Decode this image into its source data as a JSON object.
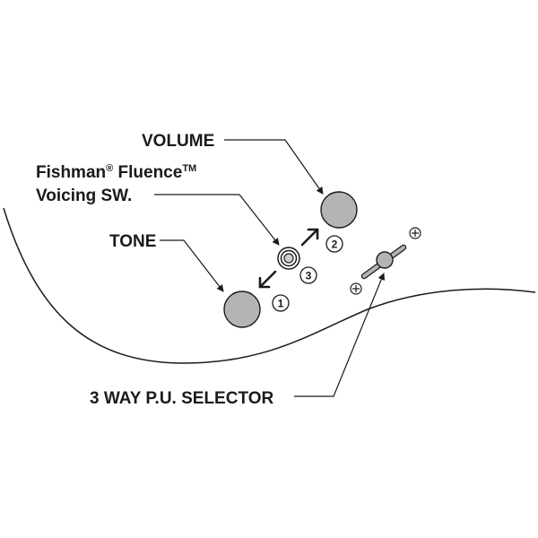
{
  "labels": {
    "volume": "VOLUME",
    "fishman_line1_a": "Fishman",
    "fishman_line1_reg": "®",
    "fishman_line1_b": " Fluence",
    "fishman_line1_tm": "TM",
    "fishman_line2": "Voicing SW.",
    "tone": "TONE",
    "selector": "3 WAY P.U. SELECTOR"
  },
  "steps": [
    "1",
    "2",
    "3"
  ],
  "colors": {
    "ink": "#1a1a1a",
    "knob_fill": "#b4b4b4",
    "background": "#ffffff"
  }
}
